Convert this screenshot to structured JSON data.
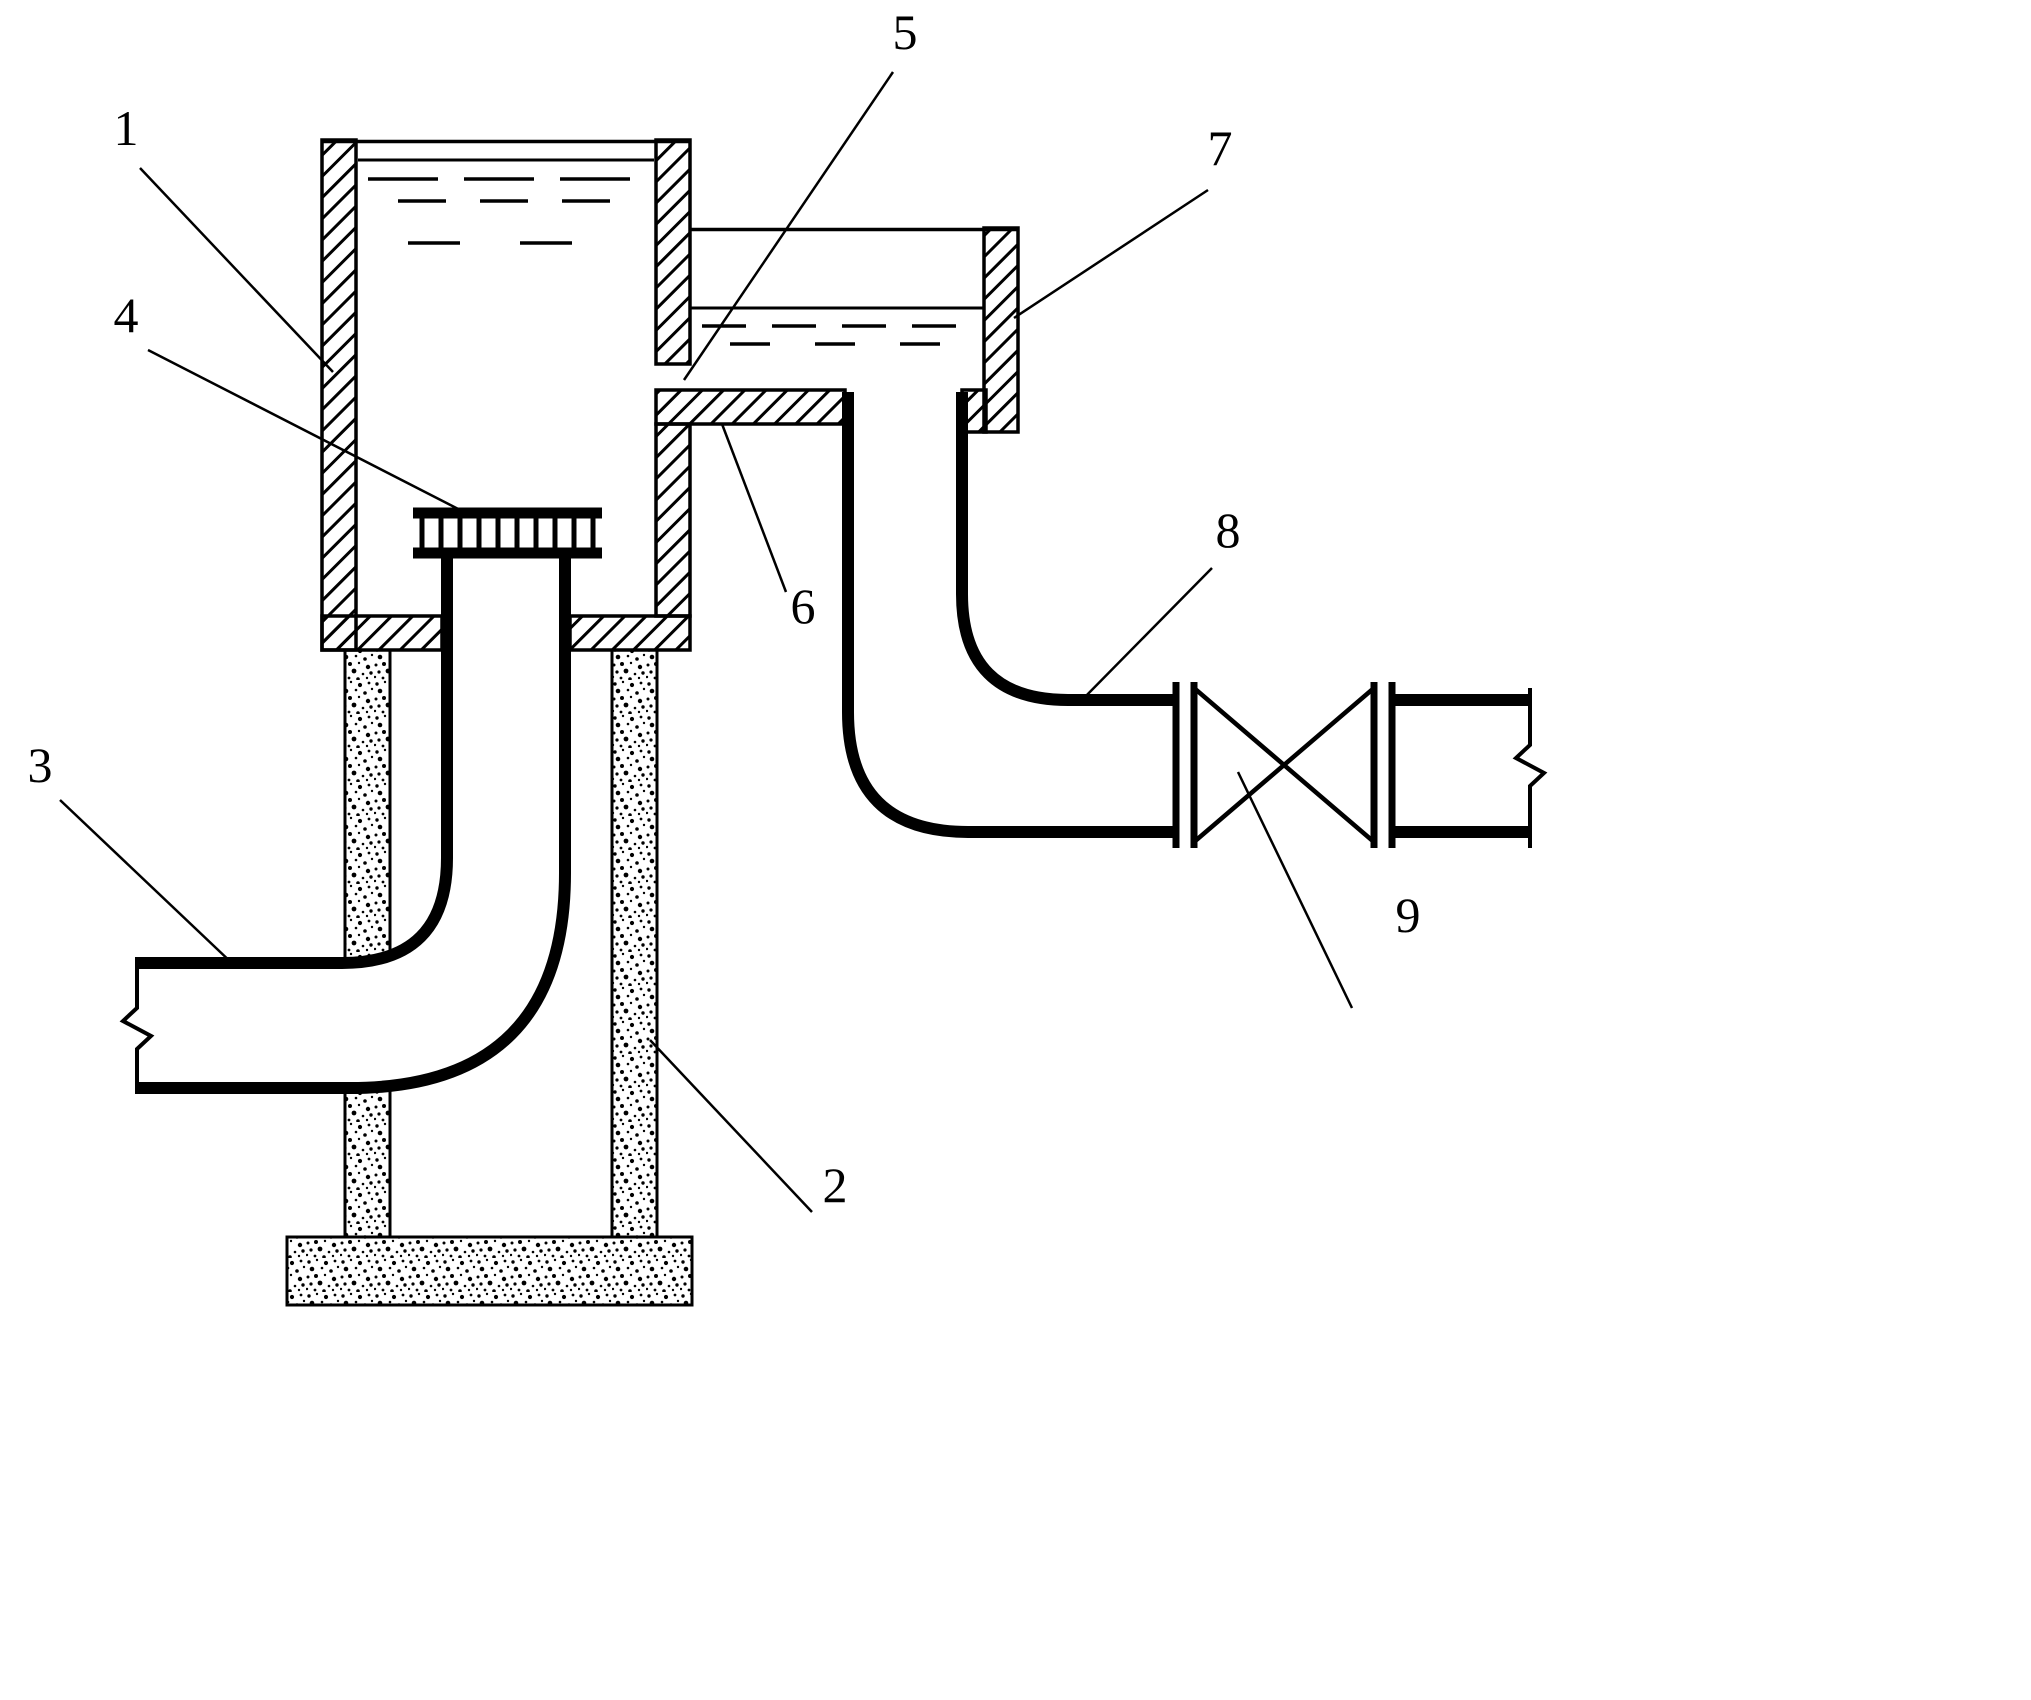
{
  "colors": {
    "ink": "#000000",
    "paper": "#ffffff"
  },
  "callouts": [
    {
      "label": "1"
    },
    {
      "label": "2"
    },
    {
      "label": "3"
    },
    {
      "label": "4"
    },
    {
      "label": "5"
    },
    {
      "label": "6"
    },
    {
      "label": "7"
    },
    {
      "label": "8"
    },
    {
      "label": "9"
    }
  ]
}
